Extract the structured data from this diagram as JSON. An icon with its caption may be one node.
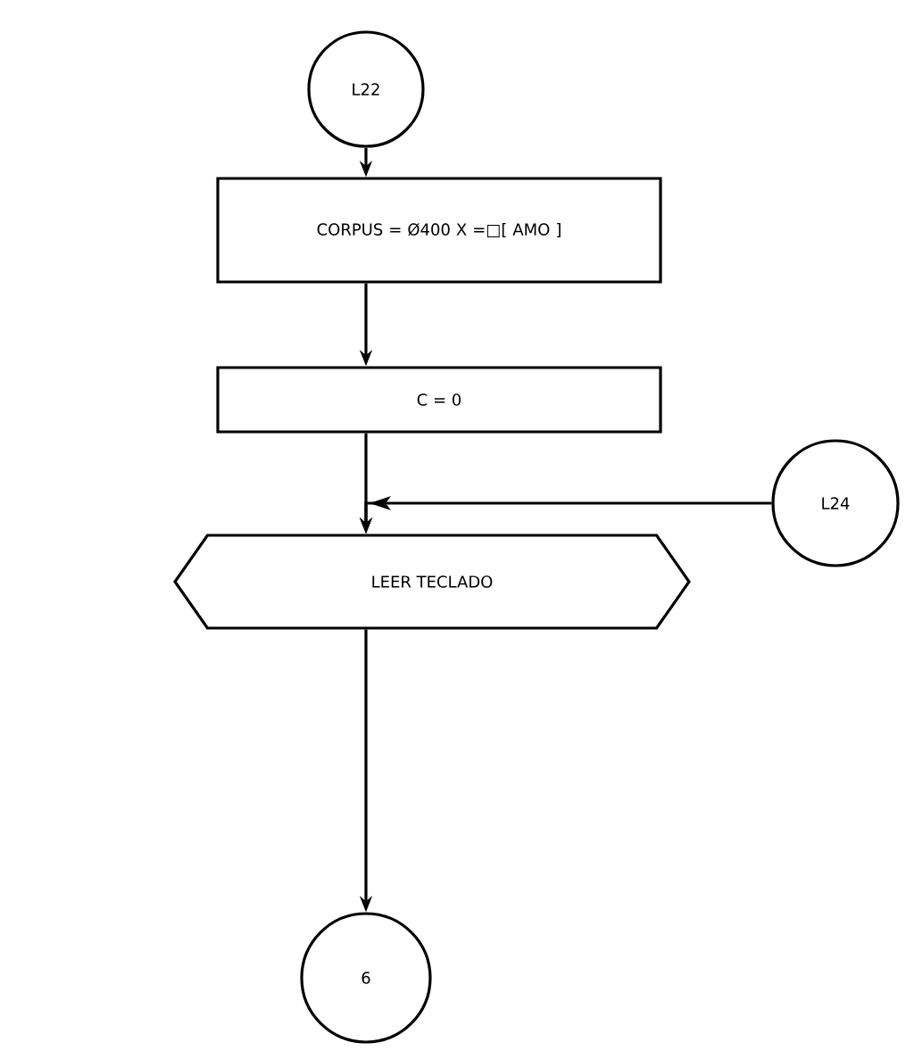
{
  "diagram": {
    "nodes": [
      {
        "text": [
          "L22"
        ]
      },
      {
        "text": [
          "CORPUS = Ø400 X =□[ AMO ]"
        ]
      },
      {
        "text": [
          "C = 0"
        ]
      },
      {
        "text": [
          "L24"
        ]
      },
      {
        "text": [
          "LEER TECLADO"
        ]
      },
      {
        "text": [
          "6"
        ]
      }
    ],
    "edges": [
      {
        "from": 0,
        "to": 1,
        "arrow": "to"
      },
      {
        "from": 1,
        "to": 2,
        "arrow": "to"
      },
      {
        "from": 2,
        "to": 4,
        "arrow": "to"
      },
      {
        "from": 3,
        "to": 4,
        "arrow": "to"
      },
      {
        "from": 4,
        "to": 5,
        "arrow": "to"
      }
    ]
  }
}
